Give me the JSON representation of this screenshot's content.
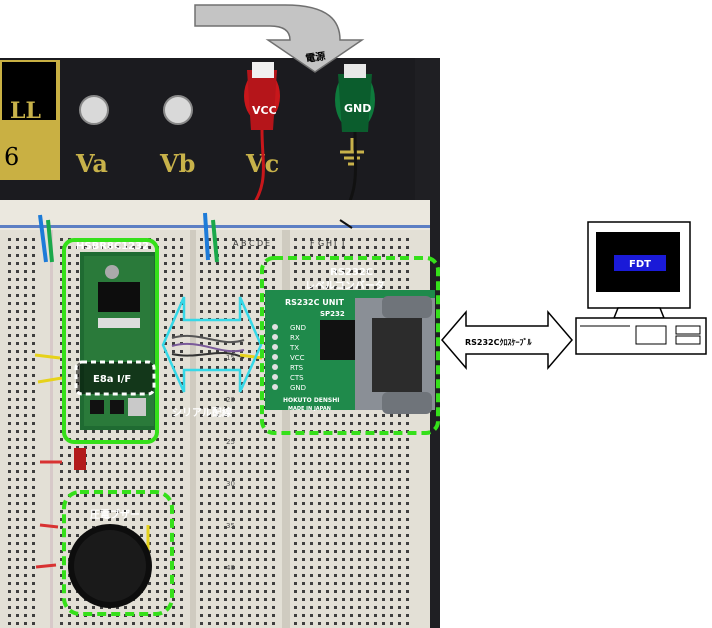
{
  "panel": {
    "corner_text": "LL",
    "corner_digit": "6",
    "va": "Va",
    "vb": "Vb",
    "vc": "Vc"
  },
  "labels": {
    "power": "電源",
    "vcc": "VCC",
    "gnd": "GND",
    "mcu": "HSBR8C1232",
    "e8a": "E8a I/F",
    "rs232c_title": "RS232C",
    "rs232c_sub": "レベルコンバータ",
    "serial": "シリアル配線",
    "buzzer": "圧電ブザー",
    "cable": "RS232Cｸﾛｽｹｰﾌﾞﾙ",
    "fdt": "FDT"
  },
  "breadboard_cols": [
    "A",
    "B",
    "C",
    "D",
    "E",
    "F",
    "G",
    "H",
    "I",
    "J"
  ],
  "rs_board": {
    "title": "RS232C UNIT",
    "part": "SP232",
    "pins": [
      "GND",
      "RX",
      "TX",
      "VCC",
      "RTS",
      "CTS",
      "GND"
    ],
    "maker": "HOKUTO DENSHI",
    "origin": "MADE IN JAPAN"
  },
  "row_numbers": [
    "15",
    "20",
    "25",
    "30",
    "35",
    "40"
  ],
  "colors": {
    "highlight": "#35e01a",
    "serial_arrow": "#35d8e8",
    "screen": "#000000",
    "fdt_box": "#1a1ad8",
    "breadboard": "#e3e0d6",
    "panel": "#1b1b1f"
  }
}
